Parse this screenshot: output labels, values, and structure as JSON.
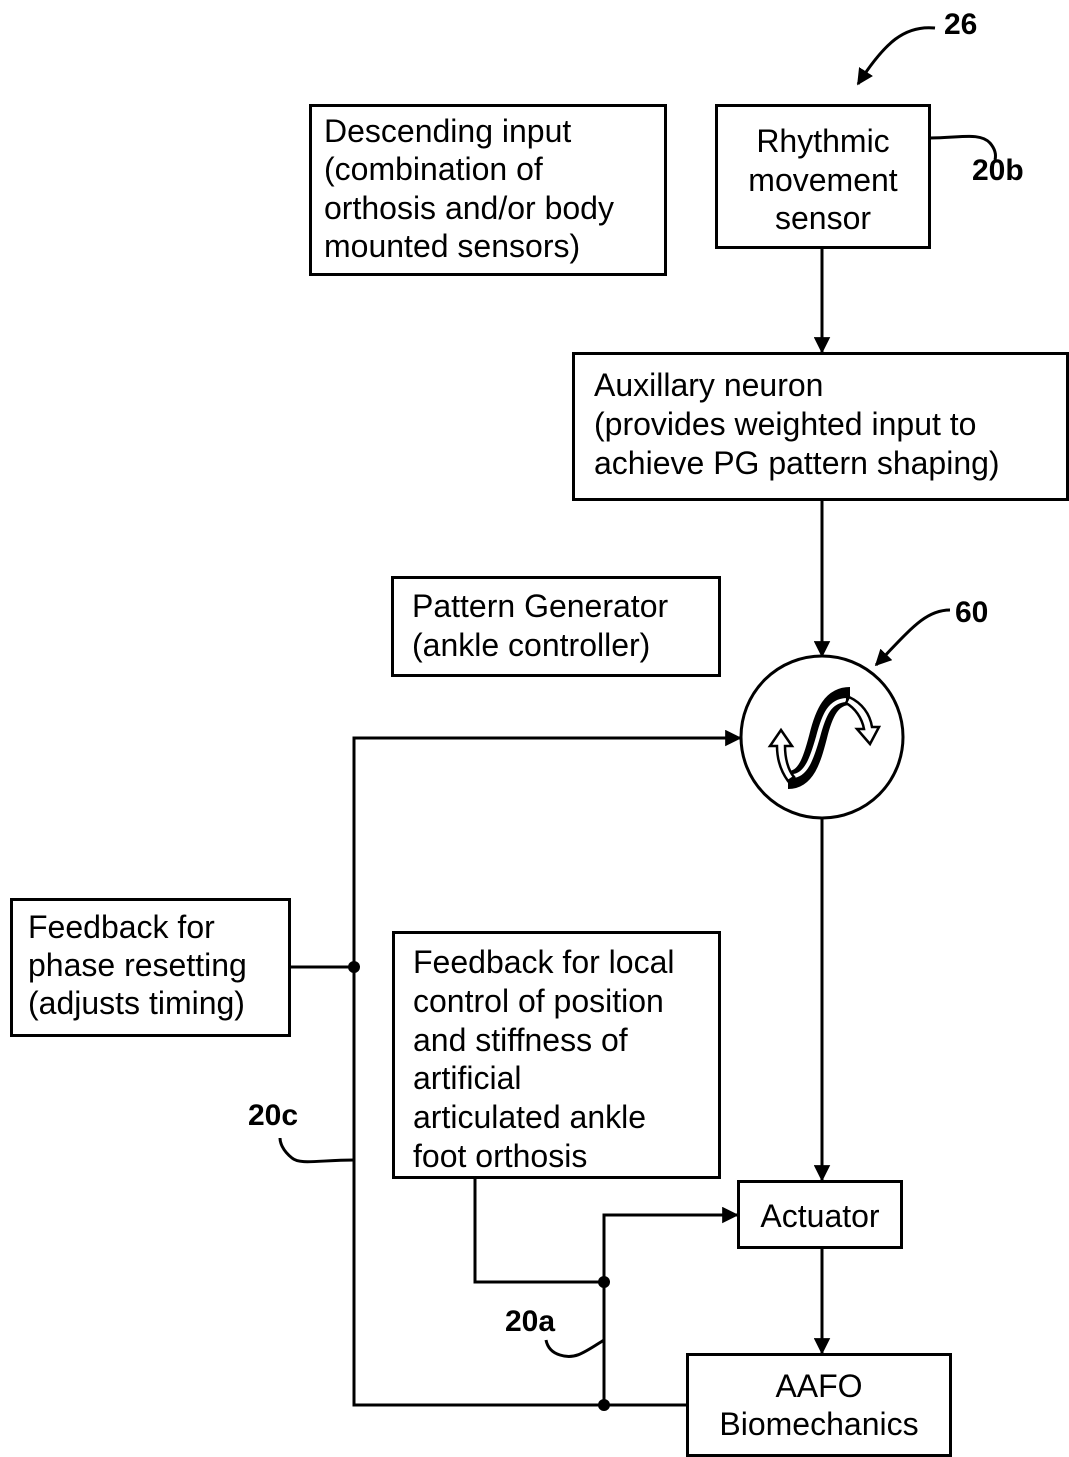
{
  "figure": {
    "reference_numerals": {
      "figure": "26",
      "rhythmic_sensor": "20b",
      "oscillator": "60",
      "phase_feedback": "20c",
      "local_feedback": "20a"
    },
    "boxes": {
      "descending_input": [
        "Descending input",
        "(combination of",
        "orthosis and/or body",
        "mounted sensors)"
      ],
      "rhythmic_sensor": [
        "Rhythmic",
        "movement",
        "sensor"
      ],
      "auxiliary_neuron": [
        "Auxillary neuron",
        "(provides weighted input to",
        "achieve PG pattern shaping)"
      ],
      "pattern_generator": [
        "Pattern Generator",
        "(ankle controller)"
      ],
      "phase_feedback": [
        "Feedback for",
        "phase resetting",
        "(adjusts timing)"
      ],
      "local_feedback": [
        "Feedback for local",
        "control of position",
        "and stiffness of",
        "artificial",
        "articulated ankle",
        "foot orthosis"
      ],
      "actuator": [
        "Actuator"
      ],
      "biomechanics": [
        "AAFO",
        "Biomechanics"
      ]
    }
  }
}
